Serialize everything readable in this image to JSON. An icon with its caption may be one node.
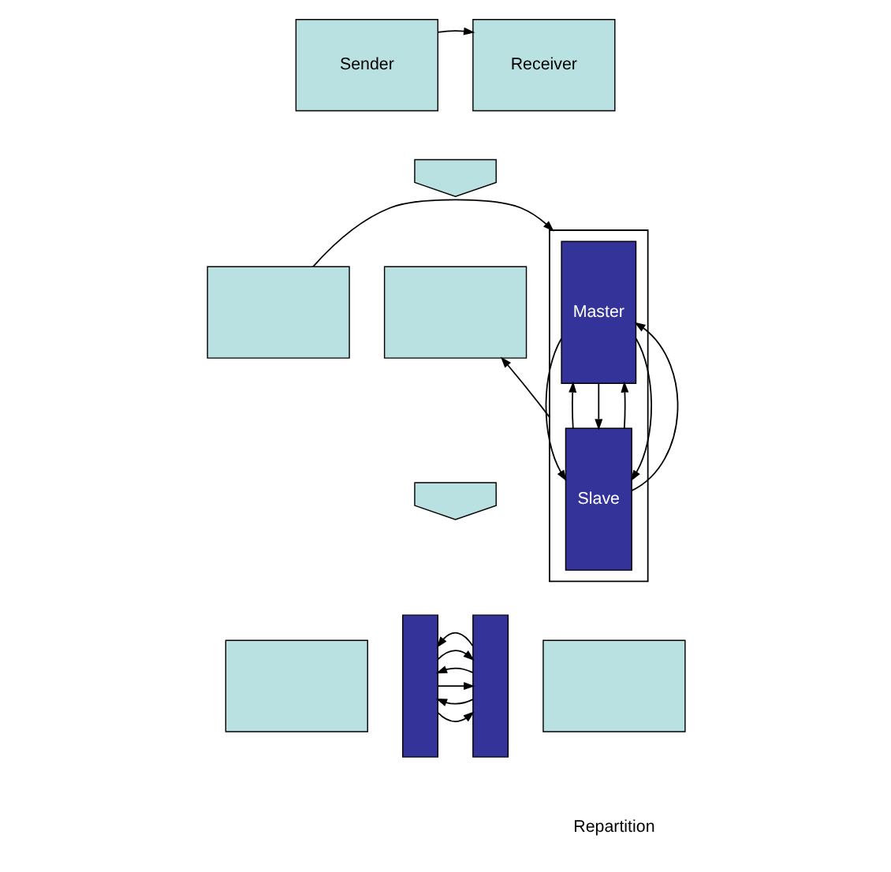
{
  "diagram": {
    "nodes": [
      {
        "text": [
          "Sender"
        ]
      },
      {
        "text": [
          "Receiver"
        ]
      },
      {
        "text": [],
        "shape": "arrow"
      },
      {
        "text": [],
        "shape": "box"
      },
      {
        "text": [],
        "shape": "box"
      },
      {
        "text": [
          "Master"
        ],
        "in": 4
      },
      {
        "text": [
          "Slave"
        ],
        "in": 4
      },
      {
        "text": [],
        "shape": "box"
      },
      {
        "text": [],
        "shape": "arrow"
      },
      {
        "text": [],
        "shape": "box"
      },
      {
        "text": [],
        "shape": "bar"
      },
      {
        "text": [],
        "shape": "bar"
      },
      {
        "text": [],
        "shape": "box"
      }
    ],
    "edges": [
      {
        "from": 0,
        "to": 1,
        "arrow": "to"
      },
      {
        "from": 3,
        "to": 4,
        "arrow": "to"
      },
      {
        "from": 5,
        "to": 6,
        "arrow": "to"
      },
      {
        "from": 6,
        "to": 5,
        "arrow": "to"
      },
      {
        "from": 5,
        "to": 6,
        "arrow": "to"
      },
      {
        "from": 6,
        "to": 5,
        "arrow": "to"
      },
      {
        "from": 5,
        "to": 6,
        "arrow": "to"
      },
      {
        "from": 6,
        "to": 5,
        "arrow": "to"
      },
      {
        "from": 4,
        "to": 7,
        "arrow": "to"
      },
      {
        "from": 10,
        "to": 11,
        "arrow": "to"
      },
      {
        "from": 11,
        "to": 10,
        "arrow": "to"
      },
      {
        "from": 10,
        "to": 11,
        "arrow": "to"
      },
      {
        "from": 11,
        "to": 10,
        "arrow": "to"
      },
      {
        "from": 10,
        "to": 11,
        "arrow": "to"
      },
      {
        "from": 11,
        "to": 10,
        "arrow": "to"
      }
    ],
    "labels": [
      "Repartition"
    ]
  }
}
